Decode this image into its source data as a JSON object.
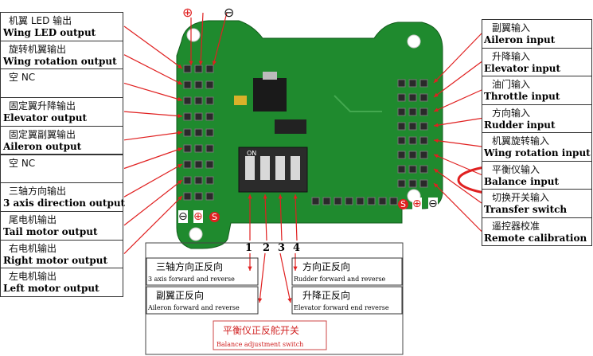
{
  "left_labels": [
    {
      "cn": "机翼 LED 输出",
      "en": "Wing LED output"
    },
    {
      "cn": "旋转机翼输出",
      "en": "Wing rotation output"
    },
    {
      "cn": "空 NC",
      "en": ""
    },
    {
      "cn": "固定翼升降输出",
      "en": "Elevator output"
    },
    {
      "cn": "固定翼副翼输出",
      "en": "Aileron output"
    },
    {
      "cn": "空 NC",
      "en": ""
    },
    {
      "cn": "三轴方向输出",
      "en": "3 axis direction output"
    },
    {
      "cn": "尾电机输出",
      "en": "Tail motor output"
    },
    {
      "cn": "右电机输出",
      "en": "Right motor output"
    },
    {
      "cn": "左电机输出",
      "en": "Left motor output"
    }
  ],
  "right_labels": [
    {
      "cn": "副翼输入",
      "en": "Aileron input"
    },
    {
      "cn": "升降输入",
      "en": "Elevator input"
    },
    {
      "cn": "油门输入",
      "en": "Throttle input"
    },
    {
      "cn": "方向输入",
      "en": "Rudder input"
    },
    {
      "cn": "机翼旋转输入",
      "en": "Wing rotation input"
    },
    {
      "cn": "平衡仪输入",
      "en": "Balance input"
    },
    {
      "cn": "切换开关输入",
      "en": "Transfer switch"
    },
    {
      "cn": "遥控器校准",
      "en": "Remote calibration"
    }
  ],
  "switch_numbers": [
    "1",
    "2",
    "3",
    "4"
  ],
  "switch_labels": [
    {
      "cn": "三轴方向正反向",
      "en": "3 axis forward and reverse"
    },
    {
      "cn": "方向正反向",
      "en": "Rudder forward and reverse"
    },
    {
      "cn": "副翼正反向",
      "en": "Aileron forward and reverse"
    },
    {
      "cn": "升降正反向",
      "en": "Elevator forward end reverse"
    }
  ],
  "balance_switch": {
    "cn": "平衡仪正反舵开关",
    "en": "Balance adjustment switch"
  },
  "dip_on_text": "ON",
  "polarity": {
    "minus": "⊖",
    "plus": "⊕",
    "signal": "S"
  },
  "colors": {
    "board": "#1f8a2e",
    "arrow": "#e02020",
    "highlight": "#e02020",
    "pins": "#2a2a2a"
  }
}
